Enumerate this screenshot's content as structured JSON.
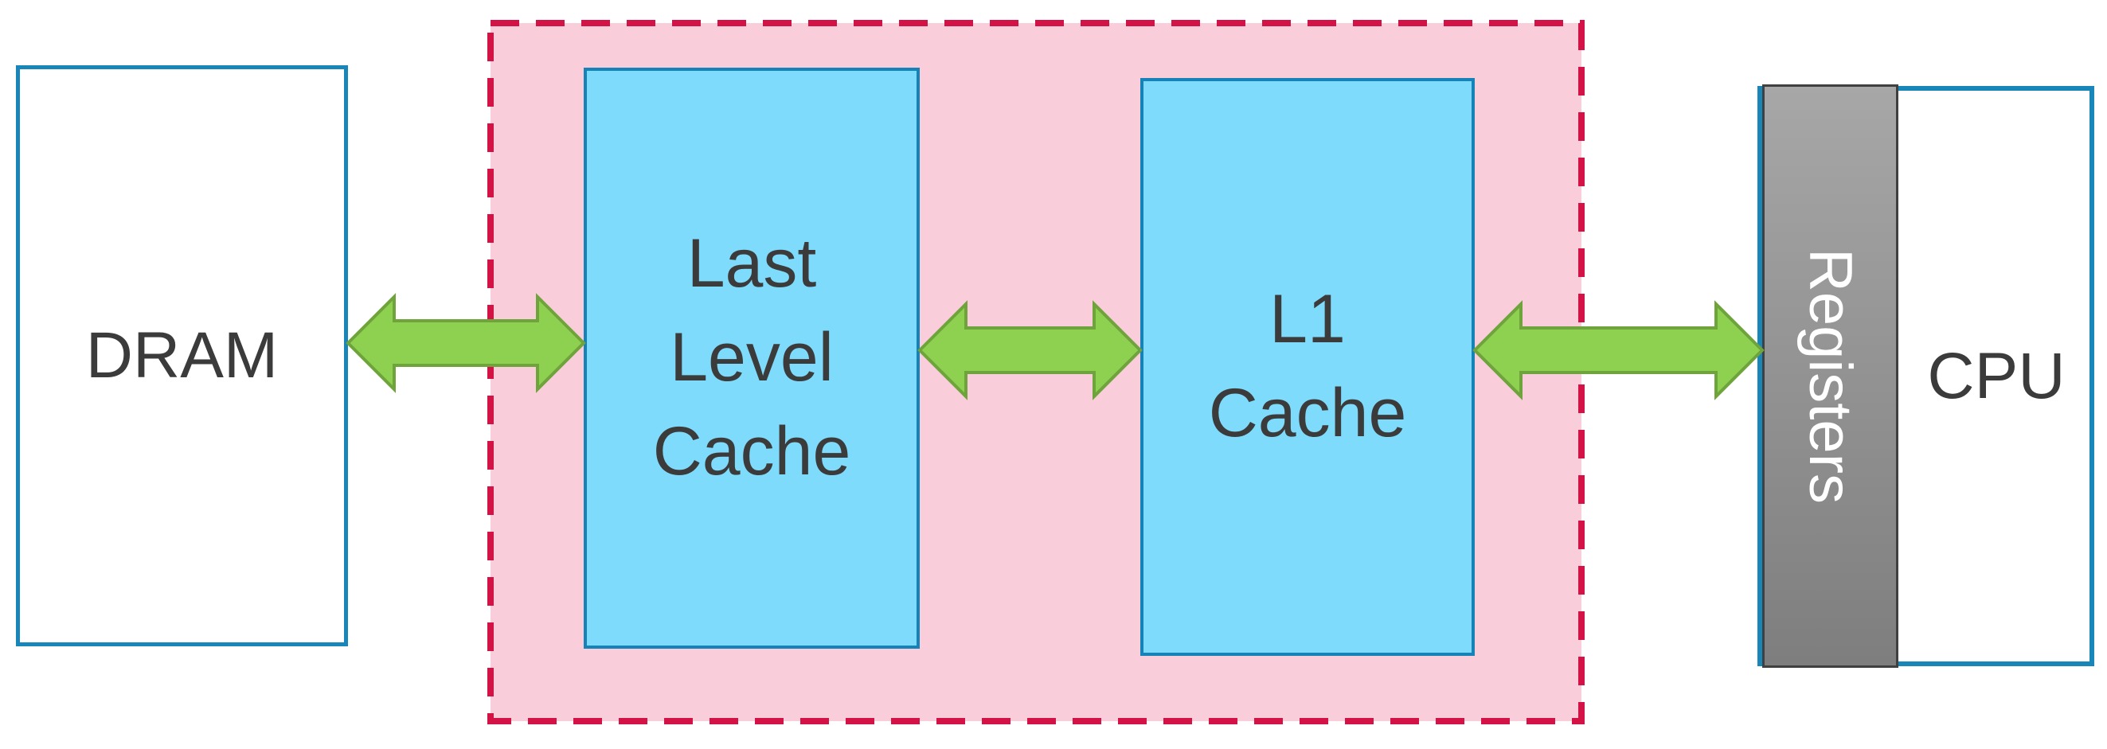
{
  "diagram_type": "memory-hierarchy-diagram",
  "nodes": {
    "dram": {
      "label": "DRAM"
    },
    "last_level_cache": {
      "lines": [
        "Last",
        "Level",
        "Cache"
      ]
    },
    "l1_cache": {
      "lines": [
        "L1",
        "Cache"
      ]
    },
    "registers": {
      "label": "Registers"
    },
    "cpu": {
      "label": "CPU"
    }
  },
  "connections": [
    {
      "from": "DRAM",
      "to": "Last Level Cache",
      "type": "bidirectional-arrow"
    },
    {
      "from": "Last Level Cache",
      "to": "L1 Cache",
      "type": "bidirectional-arrow"
    },
    {
      "from": "L1 Cache",
      "to": "Registers",
      "type": "bidirectional-arrow"
    }
  ],
  "colors": {
    "box_border_blue": "#1886B8",
    "cache_fill_blue": "#7EDBFB",
    "container_fill_pink": "#F9CDD9",
    "container_border_crimson": "#D31245",
    "arrow_fill_green": "#8ED04F",
    "arrow_border_green": "#6FA33C",
    "registers_fill_gray_top": "#A7A7A7",
    "registers_fill_gray_bottom": "#7E7E7E",
    "registers_border_gray": "#404040",
    "text_dark": "#3B3B3B",
    "text_white": "#FFFFFF"
  }
}
